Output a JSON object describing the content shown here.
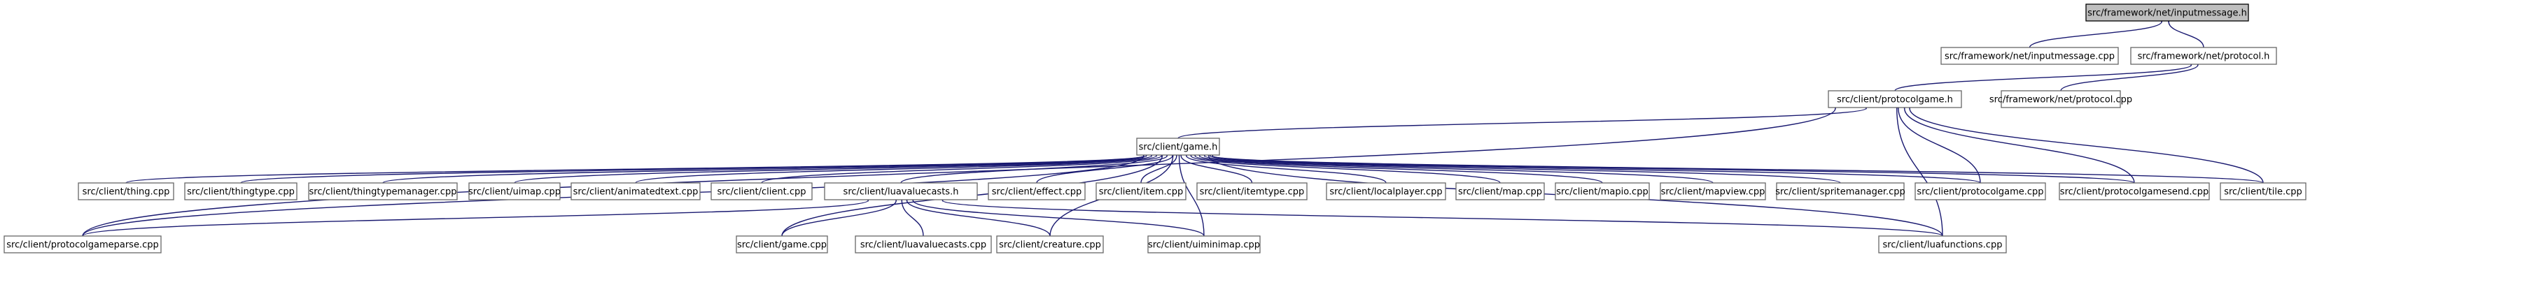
{
  "graph": {
    "nodes": [
      {
        "id": "inputmessage_h",
        "label": "src/framework/net/inputmessage.h",
        "root": true
      },
      {
        "id": "inputmessage_cpp",
        "label": "src/framework/net/inputmessage.cpp"
      },
      {
        "id": "protocol_h",
        "label": "src/framework/net/protocol.h"
      },
      {
        "id": "protocolgame_h",
        "label": "src/client/protocolgame.h"
      },
      {
        "id": "protocol_cpp",
        "label": "src/framework/net/protocol.cpp"
      },
      {
        "id": "game_h",
        "label": "src/client/game.h"
      },
      {
        "id": "thing_cpp",
        "label": "src/client/thing.cpp"
      },
      {
        "id": "thingtype_cpp",
        "label": "src/client/thingtype.cpp"
      },
      {
        "id": "thingtypemanager_cpp",
        "label": "src/client/thingtypemanager.cpp"
      },
      {
        "id": "uimap_cpp",
        "label": "src/client/uimap.cpp"
      },
      {
        "id": "animatedtext_cpp",
        "label": "src/client/animatedtext.cpp"
      },
      {
        "id": "client_cpp",
        "label": "src/client/client.cpp"
      },
      {
        "id": "luavaluecasts_h",
        "label": "src/client/luavaluecasts.h"
      },
      {
        "id": "effect_cpp",
        "label": "src/client/effect.cpp"
      },
      {
        "id": "item_cpp",
        "label": "src/client/item.cpp"
      },
      {
        "id": "itemtype_cpp",
        "label": "src/client/itemtype.cpp"
      },
      {
        "id": "localplayer_cpp",
        "label": "src/client/localplayer.cpp"
      },
      {
        "id": "map_cpp",
        "label": "src/client/map.cpp"
      },
      {
        "id": "mapio_cpp",
        "label": "src/client/mapio.cpp"
      },
      {
        "id": "mapview_cpp",
        "label": "src/client/mapview.cpp"
      },
      {
        "id": "spritemanager_cpp",
        "label": "src/client/spritemanager.cpp"
      },
      {
        "id": "protocolgame_cpp",
        "label": "src/client/protocolgame.cpp"
      },
      {
        "id": "protocolgamesend_cpp",
        "label": "src/client/protocolgamesend.cpp"
      },
      {
        "id": "tile_cpp",
        "label": "src/client/tile.cpp"
      },
      {
        "id": "protocolgameparse_cpp",
        "label": "src/client/protocolgameparse.cpp"
      },
      {
        "id": "game_cpp",
        "label": "src/client/game.cpp"
      },
      {
        "id": "luavaluecasts_cpp",
        "label": "src/client/luavaluecasts.cpp"
      },
      {
        "id": "creature_cpp",
        "label": "src/client/creature.cpp"
      },
      {
        "id": "uiminimap_cpp",
        "label": "src/client/uiminimap.cpp"
      },
      {
        "id": "luafunctions_cpp",
        "label": "src/client/luafunctions.cpp"
      }
    ],
    "edges": [
      [
        "inputmessage_h",
        "inputmessage_cpp"
      ],
      [
        "inputmessage_h",
        "protocol_h"
      ],
      [
        "protocol_h",
        "protocolgame_h"
      ],
      [
        "protocol_h",
        "protocol_cpp"
      ],
      [
        "protocolgame_h",
        "game_h"
      ],
      [
        "protocolgame_h",
        "protocolgameparse_cpp"
      ],
      [
        "protocolgame_h",
        "protocolgame_cpp"
      ],
      [
        "protocolgame_h",
        "protocolgamesend_cpp"
      ],
      [
        "protocolgame_h",
        "tile_cpp"
      ],
      [
        "protocolgame_h",
        "luafunctions_cpp"
      ],
      [
        "game_h",
        "thing_cpp"
      ],
      [
        "game_h",
        "thingtype_cpp"
      ],
      [
        "game_h",
        "thingtypemanager_cpp"
      ],
      [
        "game_h",
        "uimap_cpp"
      ],
      [
        "game_h",
        "animatedtext_cpp"
      ],
      [
        "game_h",
        "client_cpp"
      ],
      [
        "game_h",
        "luavaluecasts_h"
      ],
      [
        "game_h",
        "effect_cpp"
      ],
      [
        "game_h",
        "item_cpp"
      ],
      [
        "game_h",
        "itemtype_cpp"
      ],
      [
        "game_h",
        "localplayer_cpp"
      ],
      [
        "game_h",
        "map_cpp"
      ],
      [
        "game_h",
        "mapio_cpp"
      ],
      [
        "game_h",
        "mapview_cpp"
      ],
      [
        "game_h",
        "spritemanager_cpp"
      ],
      [
        "game_h",
        "protocolgame_cpp"
      ],
      [
        "game_h",
        "protocolgamesend_cpp"
      ],
      [
        "game_h",
        "tile_cpp"
      ],
      [
        "game_h",
        "protocolgameparse_cpp"
      ],
      [
        "game_h",
        "game_cpp"
      ],
      [
        "game_h",
        "creature_cpp"
      ],
      [
        "game_h",
        "uiminimap_cpp"
      ],
      [
        "game_h",
        "luafunctions_cpp"
      ],
      [
        "luavaluecasts_h",
        "protocolgameparse_cpp"
      ],
      [
        "luavaluecasts_h",
        "game_cpp"
      ],
      [
        "luavaluecasts_h",
        "luavaluecasts_cpp"
      ],
      [
        "luavaluecasts_h",
        "creature_cpp"
      ],
      [
        "luavaluecasts_h",
        "uiminimap_cpp"
      ],
      [
        "luavaluecasts_h",
        "luafunctions_cpp"
      ]
    ]
  }
}
